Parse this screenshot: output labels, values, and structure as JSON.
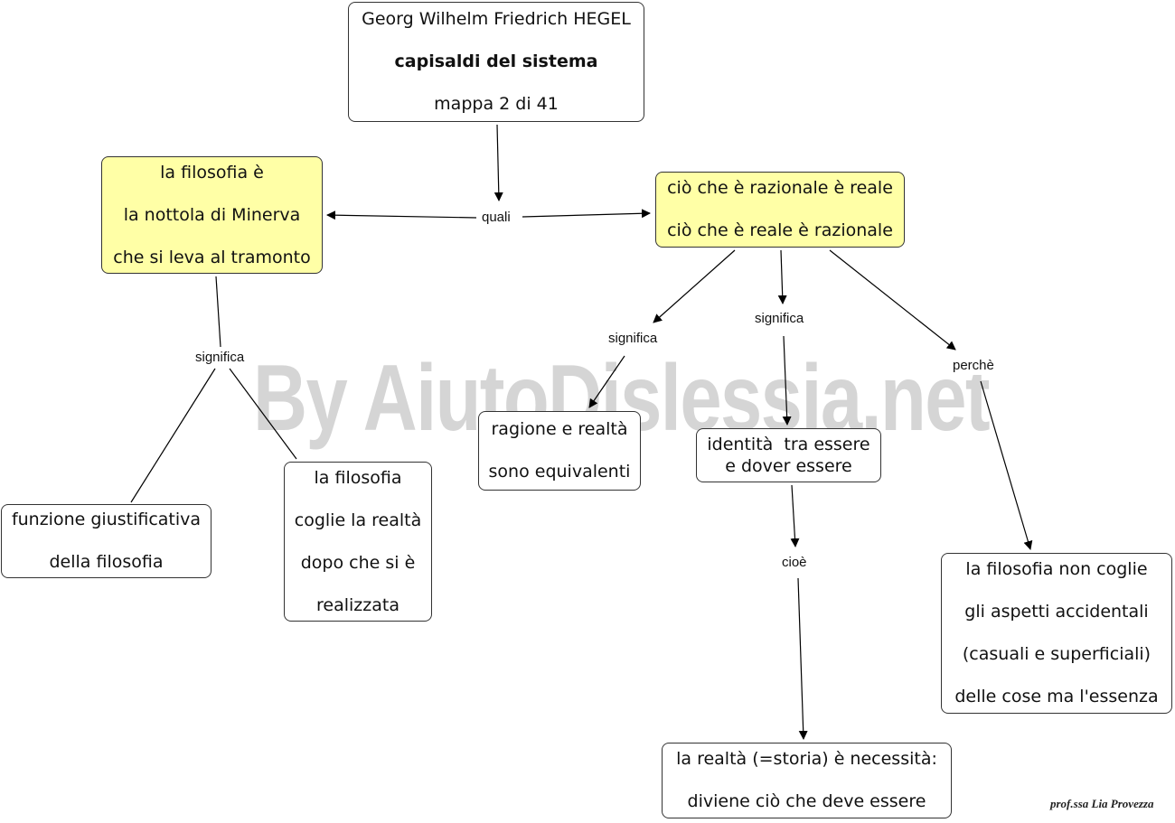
{
  "watermark": "By AiutoDislessia.net",
  "nodes": {
    "title": {
      "lines": [
        "Georg Wilhelm Friedrich HEGEL",
        "capisaldi del sistema",
        "mappa 2 di 41"
      ]
    },
    "nottola": {
      "lines": [
        "la filosofia è",
        "la nottola di Minerva",
        "che si leva al tramonto"
      ]
    },
    "razionale": {
      "lines": [
        "ciò che è razionale è reale",
        "ciò che è reale è razionale"
      ]
    },
    "funzione": {
      "lines": [
        "funzione giustificativa",
        "della filosofia"
      ]
    },
    "coglie": {
      "lines": [
        "la filosofia",
        "coglie la realtà",
        "dopo che si è",
        "realizzata"
      ]
    },
    "ragione": {
      "lines": [
        "ragione e realtà",
        "sono equivalenti"
      ]
    },
    "identita": {
      "lines": [
        "identità  tra essere",
        "e dover essere"
      ]
    },
    "realta": {
      "lines": [
        "la realtà (=storia) è necessità:",
        "diviene ciò che deve essere"
      ]
    },
    "accidentali": {
      "lines": [
        "la filosofia non coglie",
        "gli aspetti accidentali",
        "(casuali e superficiali)",
        "delle cose ma l'essenza"
      ]
    }
  },
  "links": {
    "quali": "quali",
    "significa_left": "significa",
    "significa_mid": "significa",
    "significa_center": "significa",
    "perche": "perchè",
    "cioe": "cioè"
  },
  "signature": "prof.ssa Lia Provezza",
  "colors": {
    "highlight": "#ffffa6",
    "border": "#333333",
    "watermark": "#c8c8c8"
  }
}
